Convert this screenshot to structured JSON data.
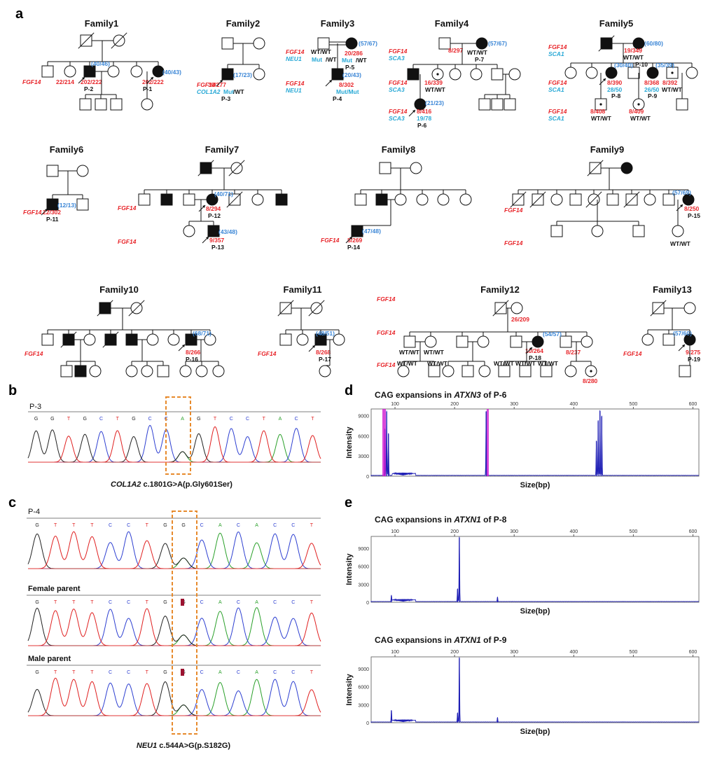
{
  "panels": {
    "a": "a",
    "b": "b",
    "c": "c",
    "d": "d",
    "e": "e"
  },
  "colors": {
    "red": "#e8262b",
    "blue": "#3b86d6",
    "cyan": "#29a9d6",
    "black": "#111111",
    "orange": "#e78a2c",
    "trace_blue": "#1f1fb5",
    "magenta": "#d11ad1"
  },
  "families": [
    {
      "title": "Family1",
      "texts": [
        {
          "t": "(40/46)",
          "c": "blue"
        },
        {
          "t": "(40/43)",
          "c": "blue"
        },
        {
          "t": "FGF14",
          "c": "red"
        },
        {
          "t": "22/214",
          "c": "red"
        },
        {
          "t": "202/222",
          "c": "red"
        },
        {
          "t": "202/222",
          "c": "red"
        },
        {
          "t": "P-2",
          "c": "black"
        },
        {
          "t": "P-1",
          "c": "black"
        }
      ]
    },
    {
      "title": "Family2",
      "texts": [
        {
          "t": "(17/23)",
          "c": "blue"
        },
        {
          "t": "FGF14",
          "c": "red"
        },
        {
          "t": "30/277",
          "c": "red"
        },
        {
          "t": "COL1A2",
          "c": "cyan"
        },
        {
          "t": "Mut",
          "c": "cyan"
        },
        {
          "t": "/WT",
          "c": "black"
        },
        {
          "t": "P-3",
          "c": "black"
        }
      ]
    },
    {
      "title": "Family3",
      "texts": [
        {
          "t": "(57/67)",
          "c": "blue"
        },
        {
          "t": "FGF14",
          "c": "red"
        },
        {
          "t": "NEU1",
          "c": "cyan"
        },
        {
          "t": "WT/WT",
          "c": "black"
        },
        {
          "t": "Mut",
          "c": "cyan"
        },
        {
          "t": "/WT",
          "c": "black"
        },
        {
          "t": "20/286",
          "c": "red"
        },
        {
          "t": "Mut",
          "c": "cyan"
        },
        {
          "t": "/WT",
          "c": "black"
        },
        {
          "t": "P-5",
          "c": "black"
        },
        {
          "t": "(20/43)",
          "c": "blue"
        },
        {
          "t": "FGF14",
          "c": "red"
        },
        {
          "t": "NEU1",
          "c": "cyan"
        },
        {
          "t": "8/302",
          "c": "red"
        },
        {
          "t": "Mut/Mut",
          "c": "cyan"
        },
        {
          "t": "P-4",
          "c": "black"
        }
      ]
    },
    {
      "title": "Family4",
      "texts": [
        {
          "t": "(57/67)",
          "c": "blue"
        },
        {
          "t": "FGF14",
          "c": "red"
        },
        {
          "t": "SCA3",
          "c": "cyan"
        },
        {
          "t": "8/297",
          "c": "red"
        },
        {
          "t": "WT/WT",
          "c": "black"
        },
        {
          "t": "P-7",
          "c": "black"
        },
        {
          "t": "FGF14",
          "c": "red"
        },
        {
          "t": "SCA3",
          "c": "cyan"
        },
        {
          "t": "16/339",
          "c": "red"
        },
        {
          "t": "WT/WT",
          "c": "black"
        },
        {
          "t": "(21/23)",
          "c": "blue"
        },
        {
          "t": "FGF14",
          "c": "red"
        },
        {
          "t": "SCA3",
          "c": "cyan"
        },
        {
          "t": "8/416",
          "c": "red"
        },
        {
          "t": "19/78",
          "c": "cyan"
        },
        {
          "t": "P-6",
          "c": "black"
        }
      ]
    },
    {
      "title": "Family5",
      "texts": [
        {
          "t": "(60/80)",
          "c": "blue"
        },
        {
          "t": "FGF14",
          "c": "red"
        },
        {
          "t": "SCA1",
          "c": "cyan"
        },
        {
          "t": "19/349",
          "c": "red"
        },
        {
          "t": "WT/WT",
          "c": "black"
        },
        {
          "t": "P-10",
          "c": "black"
        },
        {
          "t": "(30/40)",
          "c": "blue"
        },
        {
          "t": "(35/39)",
          "c": "blue"
        },
        {
          "t": "FGF14",
          "c": "red"
        },
        {
          "t": "SCA1",
          "c": "cyan"
        },
        {
          "t": "8/390",
          "c": "red"
        },
        {
          "t": "28/50",
          "c": "cyan"
        },
        {
          "t": "8/368",
          "c": "red"
        },
        {
          "t": "26/50",
          "c": "cyan"
        },
        {
          "t": "8/392",
          "c": "red"
        },
        {
          "t": "WT/WT",
          "c": "black"
        },
        {
          "t": "P-8",
          "c": "black"
        },
        {
          "t": "P-9",
          "c": "black"
        },
        {
          "t": "FGF14",
          "c": "red"
        },
        {
          "t": "SCA1",
          "c": "cyan"
        },
        {
          "t": "8/408",
          "c": "red"
        },
        {
          "t": "WT/WT",
          "c": "black"
        },
        {
          "t": "8/409",
          "c": "red"
        },
        {
          "t": "WT/WT",
          "c": "black"
        }
      ]
    },
    {
      "title": "Family6",
      "texts": [
        {
          "t": "(12/13)",
          "c": "blue"
        },
        {
          "t": "FGF14",
          "c": "red"
        },
        {
          "t": "22/302",
          "c": "red"
        },
        {
          "t": "P-11",
          "c": "black"
        }
      ]
    },
    {
      "title": "Family7",
      "texts": [
        {
          "t": "(40/71)",
          "c": "blue"
        },
        {
          "t": "FGF14",
          "c": "red"
        },
        {
          "t": "8/294",
          "c": "red"
        },
        {
          "t": "P-12",
          "c": "black"
        },
        {
          "t": "(43/48)",
          "c": "blue"
        },
        {
          "t": "FGF14",
          "c": "red"
        },
        {
          "t": "9/357",
          "c": "red"
        },
        {
          "t": "P-13",
          "c": "black"
        }
      ]
    },
    {
      "title": "Family8",
      "texts": [
        {
          "t": "(47/48)",
          "c": "blue"
        },
        {
          "t": "FGF14",
          "c": "red"
        },
        {
          "t": "8/269",
          "c": "red"
        },
        {
          "t": "P-14",
          "c": "black"
        }
      ]
    },
    {
      "title": "Family9",
      "texts": [
        {
          "t": "(57/69)",
          "c": "blue"
        },
        {
          "t": "FGF14",
          "c": "red"
        },
        {
          "t": "8/250",
          "c": "red"
        },
        {
          "t": "P-15",
          "c": "black"
        },
        {
          "t": "FGF14",
          "c": "red"
        },
        {
          "t": "WT/WT",
          "c": "black"
        }
      ]
    },
    {
      "title": "Family10",
      "texts": [
        {
          "t": "(68/71)",
          "c": "blue"
        },
        {
          "t": "FGF14",
          "c": "red"
        },
        {
          "t": "8/266",
          "c": "red"
        },
        {
          "t": "P-16",
          "c": "black"
        }
      ]
    },
    {
      "title": "Family11",
      "texts": [
        {
          "t": "(48/51)",
          "c": "blue"
        },
        {
          "t": "FGF14",
          "c": "red"
        },
        {
          "t": "8/268",
          "c": "red"
        },
        {
          "t": "P-17",
          "c": "black"
        }
      ]
    },
    {
      "title": "Family12",
      "texts": [
        {
          "t": "FGF14",
          "c": "red"
        },
        {
          "t": "26/209",
          "c": "red"
        },
        {
          "t": "FGF14",
          "c": "red"
        },
        {
          "t": "WT/WT",
          "c": "black"
        },
        {
          "t": "WT/WT",
          "c": "black"
        },
        {
          "t": "(54/57)",
          "c": "blue"
        },
        {
          "t": "10/264",
          "c": "red"
        },
        {
          "t": "P-18",
          "c": "black"
        },
        {
          "t": "8/237",
          "c": "red"
        },
        {
          "t": "FGF14",
          "c": "red"
        },
        {
          "t": "WT/WT",
          "c": "black"
        },
        {
          "t": "WT/WT",
          "c": "black"
        },
        {
          "t": "WT/WT",
          "c": "black"
        },
        {
          "t": "WT/WT",
          "c": "black"
        },
        {
          "t": "WT/WT",
          "c": "black"
        },
        {
          "t": "8/280",
          "c": "red"
        }
      ]
    },
    {
      "title": "Family13",
      "texts": [
        {
          "t": "(57/60)",
          "c": "blue"
        },
        {
          "t": "FGF14",
          "c": "red"
        },
        {
          "t": "9/275",
          "c": "red"
        },
        {
          "t": "P-19",
          "c": "black"
        }
      ]
    }
  ],
  "chromatograms": {
    "b": {
      "label": "P-3",
      "bases": [
        "G",
        "G",
        "T",
        "G",
        "C",
        "T",
        "G",
        "C",
        "C",
        "A",
        "G",
        "T",
        "C",
        "C",
        "T",
        "A",
        "C",
        "T"
      ],
      "gene": "COL1A2",
      "variant": " c.1801G>A(p.Gly601Ser)"
    },
    "c": {
      "gene": "NEU1",
      "variant": " c.544A>G(p.S182G)",
      "tracks": [
        {
          "label": "P-4",
          "bases": [
            "G",
            "T",
            "T",
            "T",
            "C",
            "C",
            "T",
            "G",
            "G",
            "C",
            "A",
            "C",
            "A",
            "C",
            "C",
            "T"
          ]
        },
        {
          "label": "Female parent",
          "bases": [
            "G",
            "T",
            "T",
            "T",
            "C",
            "C",
            "T",
            "G",
            "G",
            "C",
            "A",
            "C",
            "A",
            "C",
            "C",
            "T"
          ]
        },
        {
          "label": "Male parent",
          "bases": [
            "G",
            "T",
            "T",
            "T",
            "C",
            "C",
            "T",
            "G",
            "G",
            "C",
            "A",
            "C",
            "A",
            "C",
            "C",
            "T"
          ]
        }
      ]
    }
  },
  "chart_data": [
    {
      "type": "line",
      "title_prefix": "CAG expansions in ",
      "title_gene": "ATXN3",
      "title_suffix": " of P-6",
      "xlabel": "Size(bp)",
      "ylabel": "Intensity",
      "xticks": [
        "100",
        "200",
        "300",
        "400",
        "500",
        "600"
      ],
      "yticks": [
        "9000",
        "6000",
        "3000",
        "0"
      ],
      "xlim": [
        60,
        610
      ],
      "ylim": [
        0,
        10000
      ],
      "peaks": [
        {
          "x": 83,
          "y": 7000
        },
        {
          "x": 86,
          "y": 9600
        },
        {
          "x": 89,
          "y": 6300
        },
        {
          "x": 253,
          "y": 9600
        },
        {
          "x": 438,
          "y": 5200
        },
        {
          "x": 441,
          "y": 8200
        },
        {
          "x": 444,
          "y": 9700
        },
        {
          "x": 447,
          "y": 8900
        }
      ]
    },
    {
      "type": "line",
      "title_prefix": "CAG expansions in ",
      "title_gene": "ATXN1",
      "title_suffix": " of P-8",
      "xlabel": "Size(bp)",
      "ylabel": "Intensity",
      "xticks": [
        "100",
        "200",
        "300",
        "400",
        "500",
        "600"
      ],
      "yticks": [
        "9000",
        "6000",
        "3000",
        "0"
      ],
      "xlim": [
        60,
        610
      ],
      "ylim": [
        0,
        11000
      ],
      "peaks": [
        {
          "x": 94,
          "y": 1100
        },
        {
          "x": 205,
          "y": 2200
        },
        {
          "x": 208,
          "y": 10800
        },
        {
          "x": 272,
          "y": 800
        }
      ]
    },
    {
      "type": "line",
      "title_prefix": "CAG expansions in ",
      "title_gene": "ATXN1",
      "title_suffix": " of P-9",
      "xlabel": "Size(bp)",
      "ylabel": "Intensity",
      "xticks": [
        "100",
        "200",
        "300",
        "400",
        "500",
        "600"
      ],
      "yticks": [
        "9000",
        "6000",
        "3000",
        "0"
      ],
      "xlim": [
        60,
        610
      ],
      "ylim": [
        0,
        11000
      ],
      "peaks": [
        {
          "x": 94,
          "y": 2000
        },
        {
          "x": 205,
          "y": 1600
        },
        {
          "x": 208,
          "y": 10800
        },
        {
          "x": 272,
          "y": 800
        }
      ]
    }
  ]
}
